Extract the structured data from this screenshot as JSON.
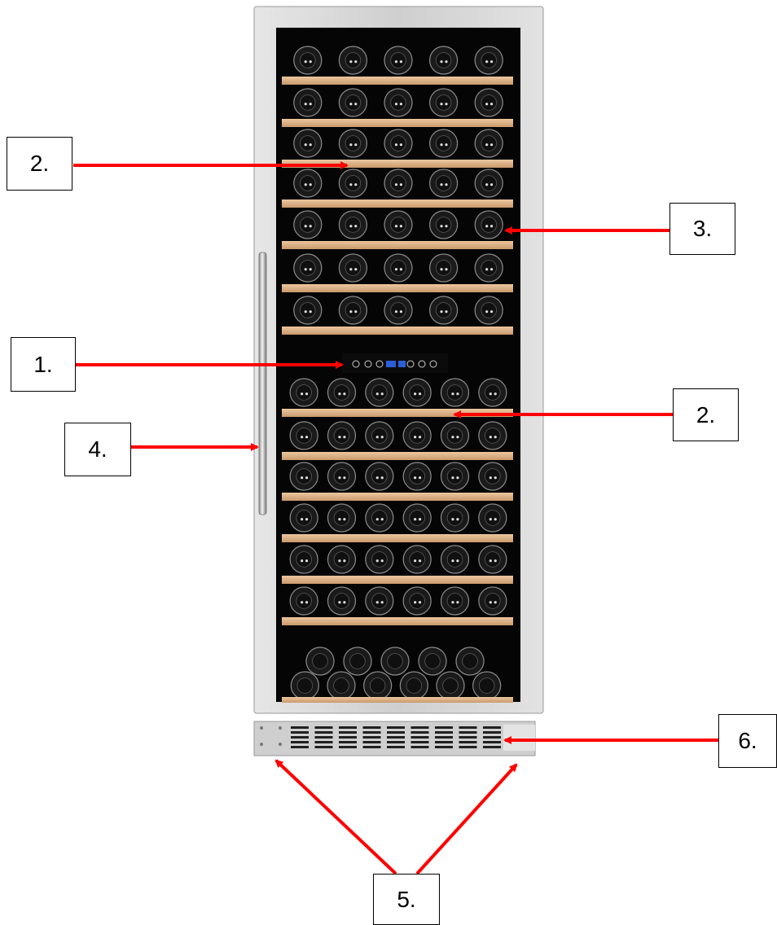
{
  "callouts": [
    {
      "id": "c1",
      "label": "1."
    },
    {
      "id": "c2a",
      "label": "2."
    },
    {
      "id": "c2b",
      "label": "2."
    },
    {
      "id": "c3",
      "label": "3."
    },
    {
      "id": "c4",
      "label": "4."
    },
    {
      "id": "c5",
      "label": "5."
    },
    {
      "id": "c6",
      "label": "6."
    }
  ],
  "colors": {
    "arrow": "#ff0000",
    "frame": "#c8c8c8",
    "glass": "#050505",
    "shelf": "#deb48c",
    "bottle": "#3a3a3a",
    "panel_display": "#2b5fd9"
  },
  "appliance": {
    "upper_zone_shelves": 7,
    "lower_zone_shelves": 7
  }
}
